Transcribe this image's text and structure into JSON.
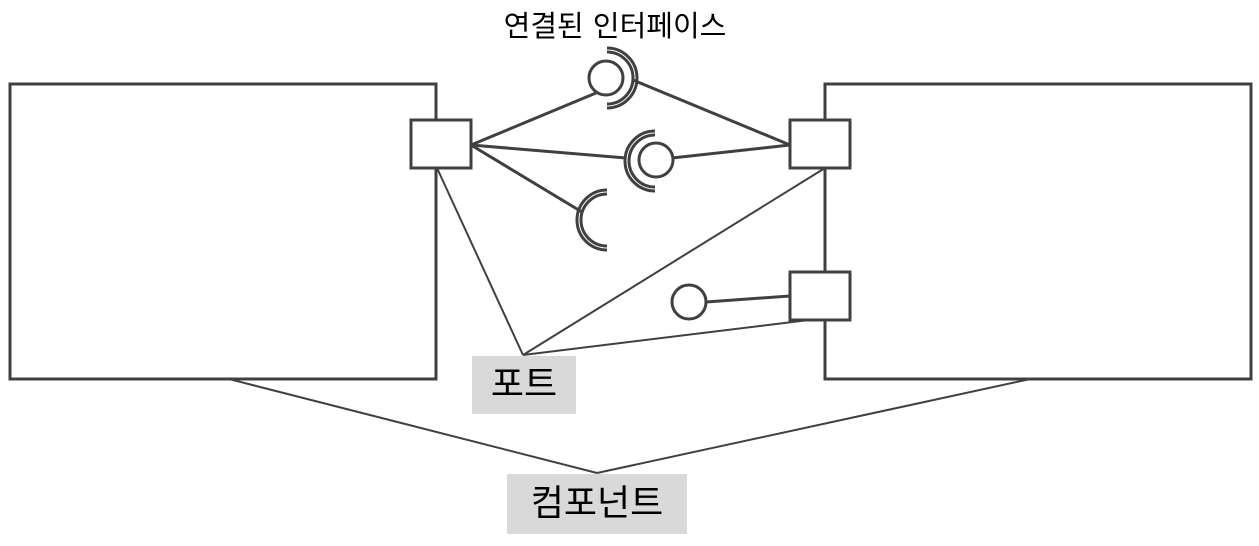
{
  "labels": {
    "connected_interface": "연결된 인터페이스",
    "port": "포트",
    "component": "컴포넌트"
  },
  "colors": {
    "stroke": "#404040",
    "label_background": "#d9d9d9",
    "text": "#000000",
    "background": "#ffffff"
  }
}
